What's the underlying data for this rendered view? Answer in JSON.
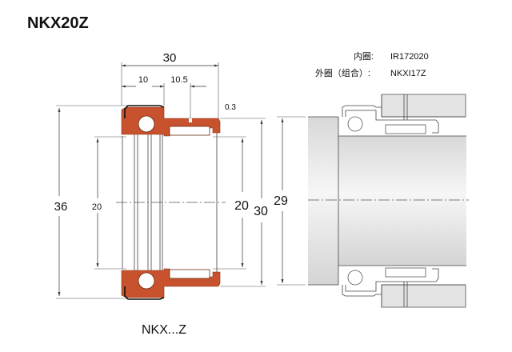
{
  "title": "NKX20Z",
  "caption": "NKX...Z",
  "dimensions": {
    "width_total": "30",
    "width_ball": "10",
    "width_needle": "10.5",
    "chamfer": "0.3",
    "outer_diameter": "36",
    "bore_left": "20",
    "bore_right": "20",
    "needle_outer": "30",
    "shaft": "29"
  },
  "parts": {
    "inner_ring_label": "内圈:",
    "inner_ring_value": "IR172020",
    "outer_ring_label": "外圈（组合）:",
    "outer_ring_value": "NKXI17Z"
  },
  "colors": {
    "section": "#c8522e"
  }
}
